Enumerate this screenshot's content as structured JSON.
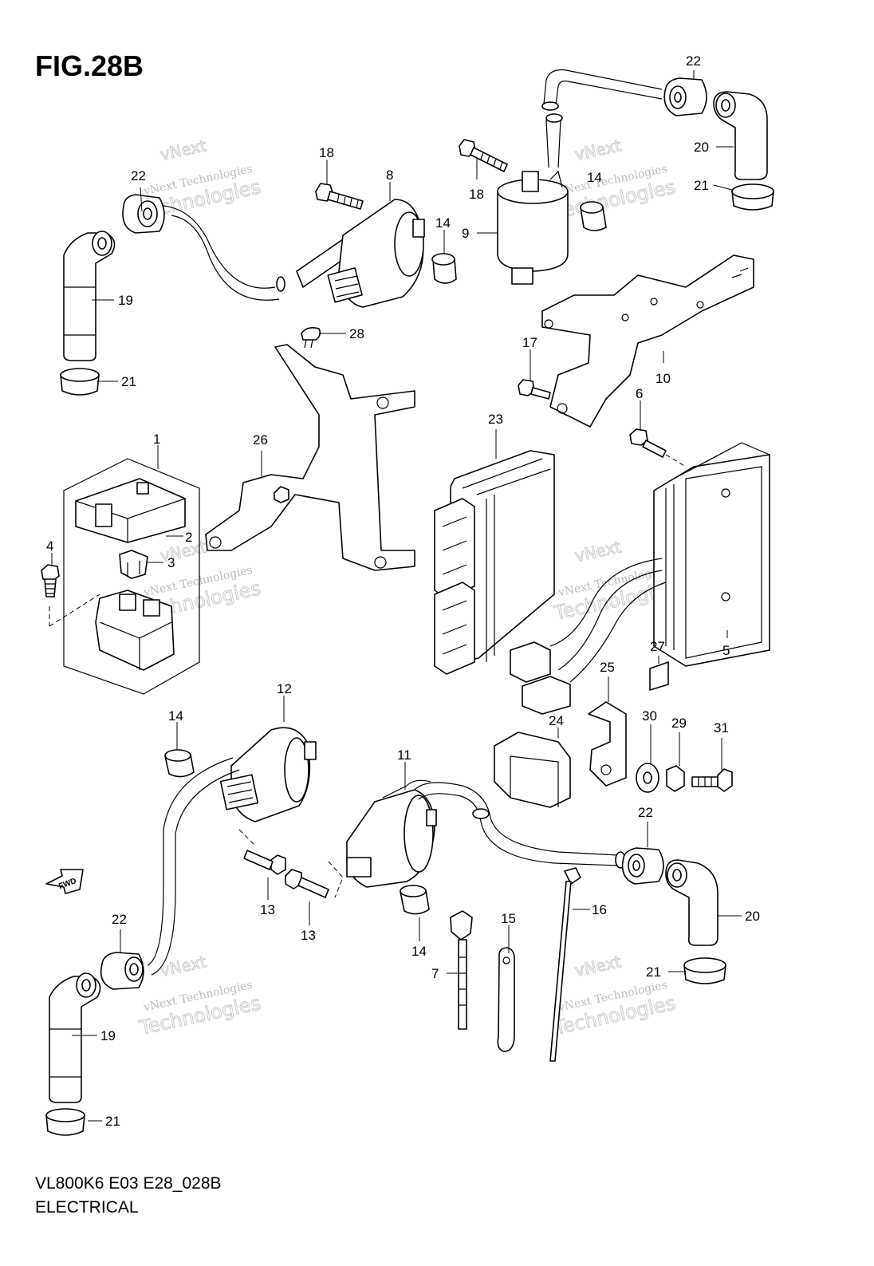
{
  "figure": {
    "title": "FIG.28B",
    "code": "VL800K6 E03 E28_028B",
    "name": "ELECTRICAL"
  },
  "watermark": {
    "line1": "vNext",
    "line2": "vNext Technologies",
    "line3": "Technologies"
  },
  "fwd_label": "FWD",
  "callouts": {
    "c1": "1",
    "c2": "2",
    "c3": "3",
    "c4": "4",
    "c5": "5",
    "c6": "6",
    "c7": "7",
    "c8": "8",
    "c9": "9",
    "c10": "10",
    "c11": "11",
    "c12": "12",
    "c13a": "13",
    "c13b": "13",
    "c14a": "14",
    "c14b": "14",
    "c14c": "14",
    "c14d": "14",
    "c15": "15",
    "c16": "16",
    "c17": "17",
    "c18a": "18",
    "c18b": "18",
    "c19a": "19",
    "c19b": "19",
    "c20a": "20",
    "c20b": "20",
    "c21a": "21",
    "c21b": "21",
    "c21c": "21",
    "c21d": "21",
    "c22a": "22",
    "c22b": "22",
    "c22c": "22",
    "c22d": "22",
    "c23": "23",
    "c24": "24",
    "c25": "25",
    "c26": "26",
    "c27": "27",
    "c28": "28",
    "c29": "29",
    "c30": "30",
    "c31": "31"
  }
}
